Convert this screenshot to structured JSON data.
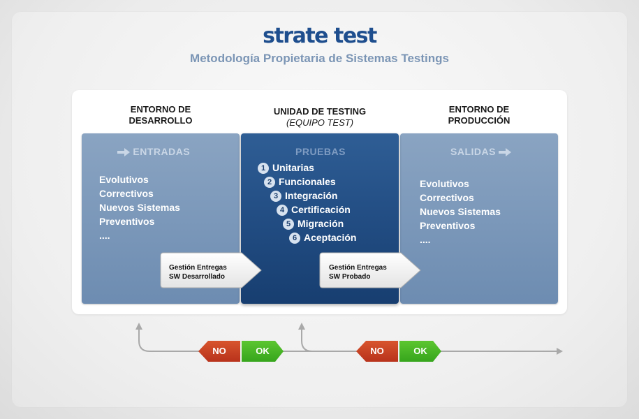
{
  "header": {
    "brand": "strate test",
    "tagline": "Metodología Propietaria de Sistemas Testings"
  },
  "columns": {
    "left": {
      "heading_line1": "ENTORNO DE",
      "heading_line2": "DESARROLLO",
      "box_title": "ENTRADAS",
      "items": [
        "Evolutivos",
        "Correctivos",
        "Nuevos Sistemas",
        "Preventivos",
        "...."
      ]
    },
    "middle": {
      "heading_line1": "UNIDAD DE TESTING",
      "heading_line2": "(EQUIPO TEST)",
      "box_title": "PRUEBAS",
      "tests": [
        {
          "num": "1",
          "label": "Unitarias"
        },
        {
          "num": "2",
          "label": "Funcionales"
        },
        {
          "num": "3",
          "label": "Integración"
        },
        {
          "num": "4",
          "label": "Certificación"
        },
        {
          "num": "5",
          "label": "Migración"
        },
        {
          "num": "6",
          "label": "Aceptación"
        }
      ]
    },
    "right": {
      "heading_line1": "ENTORNO DE",
      "heading_line2": "PRODUCCIÓN",
      "box_title": "SALIDAS",
      "items": [
        "Evolutivos",
        "Correctivos",
        "Nuevos Sistemas",
        "Preventivos",
        "...."
      ]
    }
  },
  "handoffs": {
    "first": {
      "line1": "Gestión Entregas",
      "line2": "SW Desarrollado"
    },
    "second": {
      "line1": "Gestión Entregas",
      "line2": "SW Probado"
    }
  },
  "flow": {
    "gate1": {
      "no": "NO",
      "ok": "OK"
    },
    "gate2": {
      "no": "NO",
      "ok": "OK"
    }
  },
  "colors": {
    "brand": "#1e4e8e",
    "tagline": "#7b95b5",
    "side_box": "#7a97b9",
    "middle_box": "#224d83",
    "no_button": "#c2401f",
    "ok_button": "#45b524"
  },
  "icons": {
    "entradas_arrow": "arrow-right-icon",
    "salidas_arrow": "arrow-right-icon",
    "flow_arrows": "arrow-up-icon, arrow-right-icon"
  }
}
